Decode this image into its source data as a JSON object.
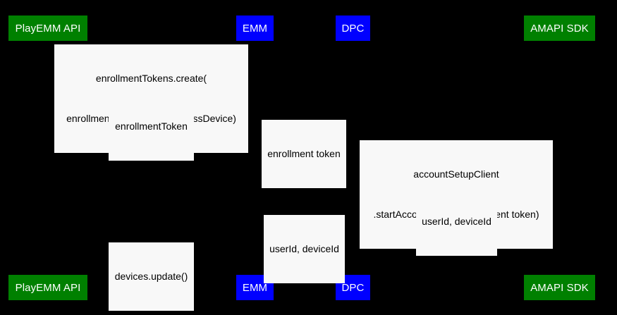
{
  "diagram": {
    "type": "sequence-diagram",
    "title": "",
    "background_color": "#000000",
    "label_background_color": "#f8f8f8",
    "label_text_color": "#000000",
    "lifeline_color": "#000000",
    "arrow_color": "#000000"
  },
  "participants": [
    {
      "id": "playemm-api",
      "label": "PlayEMM API",
      "color": "#008000",
      "text_color": "#ffffff"
    },
    {
      "id": "emm",
      "label": "EMM",
      "color": "#0000ff",
      "text_color": "#ffffff"
    },
    {
      "id": "dpc",
      "label": "DPC",
      "color": "#0000ff",
      "text_color": "#ffffff"
    },
    {
      "id": "amapi-sdk",
      "label": "AMAPI SDK",
      "color": "#008000",
      "text_color": "#ffffff"
    }
  ],
  "messages": [
    {
      "id": "msg-1",
      "from": "emm",
      "to": "playemm-api",
      "direction": "right-to-left",
      "lines": [
        "enrollmentTokens.create(",
        "enrollmentTokenType=userlessDevice)"
      ],
      "text": "enrollmentTokens.create(enrollmentTokenType=userlessDevice)"
    },
    {
      "id": "msg-2",
      "from": "playemm-api",
      "to": "emm",
      "direction": "left-to-right",
      "lines": [
        "enrollmentToken"
      ],
      "text": "enrollmentToken"
    },
    {
      "id": "msg-3",
      "from": "emm",
      "to": "dpc",
      "direction": "left-to-right",
      "lines": [
        "enrollment token"
      ],
      "text": "enrollment token"
    },
    {
      "id": "msg-4",
      "from": "dpc",
      "to": "amapi-sdk",
      "direction": "left-to-right",
      "lines": [
        "accountSetupClient",
        ".startAccountSetup(entrollment token)"
      ],
      "text": "accountSetupClient.startAccountSetup(entrollment token)"
    },
    {
      "id": "msg-5",
      "from": "amapi-sdk",
      "to": "dpc",
      "direction": "right-to-left",
      "lines": [
        "userId, deviceId"
      ],
      "text": "userId, deviceId"
    },
    {
      "id": "msg-6",
      "from": "dpc",
      "to": "emm",
      "direction": "right-to-left",
      "lines": [
        "userId, deviceId"
      ],
      "text": "userId, deviceId"
    },
    {
      "id": "msg-7",
      "from": "emm",
      "to": "playemm-api",
      "direction": "right-to-left",
      "lines": [
        "devices.update()"
      ],
      "text": "devices.update()"
    }
  ]
}
